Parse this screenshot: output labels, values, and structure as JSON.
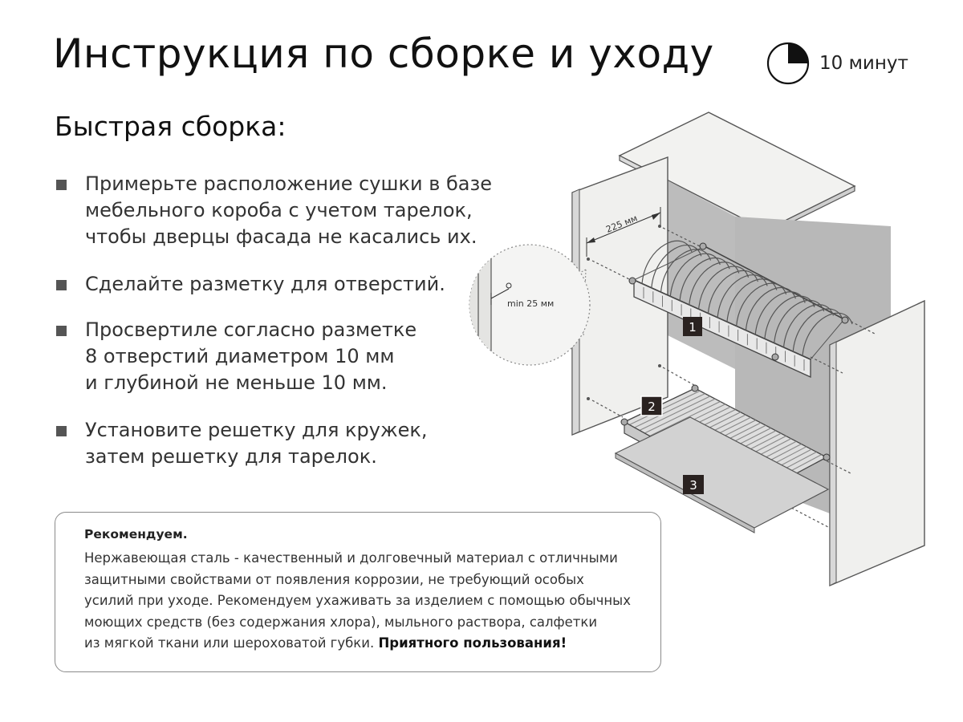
{
  "page": {
    "title": "Инструкция по сборке и уходу",
    "time_label": "10 минут",
    "time_fraction": 0.25
  },
  "assembly": {
    "heading": "Быстрая сборка:",
    "steps": [
      {
        "lines": [
          "Примерьте расположение сушки в базе",
          "мебельного короба с учетом тарелок,",
          "чтобы дверцы фасада не касались их."
        ]
      },
      {
        "lines": [
          "Сделайте разметку для отверстий."
        ]
      },
      {
        "lines": [
          "Просвертиле согласно разметке",
          "8 отверстий диаметром 10 мм",
          "и глубиной не меньше 10 мм."
        ]
      },
      {
        "lines": [
          "Установите решетку для кружек,",
          "затем решетку для тарелок."
        ]
      }
    ]
  },
  "recommendation": {
    "title": "Рекомендуем.",
    "lines": [
      "Нержавеющая сталь - качественный и долговечный материал с отличными",
      "защитными свойствами от появления коррозии, не требующий особых",
      "усилий при уходе. Рекомендуем ухаживать за изделием с помощью обычных",
      "моющих средств (без содержания хлора), мыльного раствора, салфетки",
      "из мягкой ткани или шероховатой губки."
    ],
    "closing": "Приятного пользования!"
  },
  "illustration": {
    "dimension_label": "225 мм",
    "min_label": "min 25 мм",
    "callouts": [
      "1",
      "2",
      "3"
    ]
  }
}
